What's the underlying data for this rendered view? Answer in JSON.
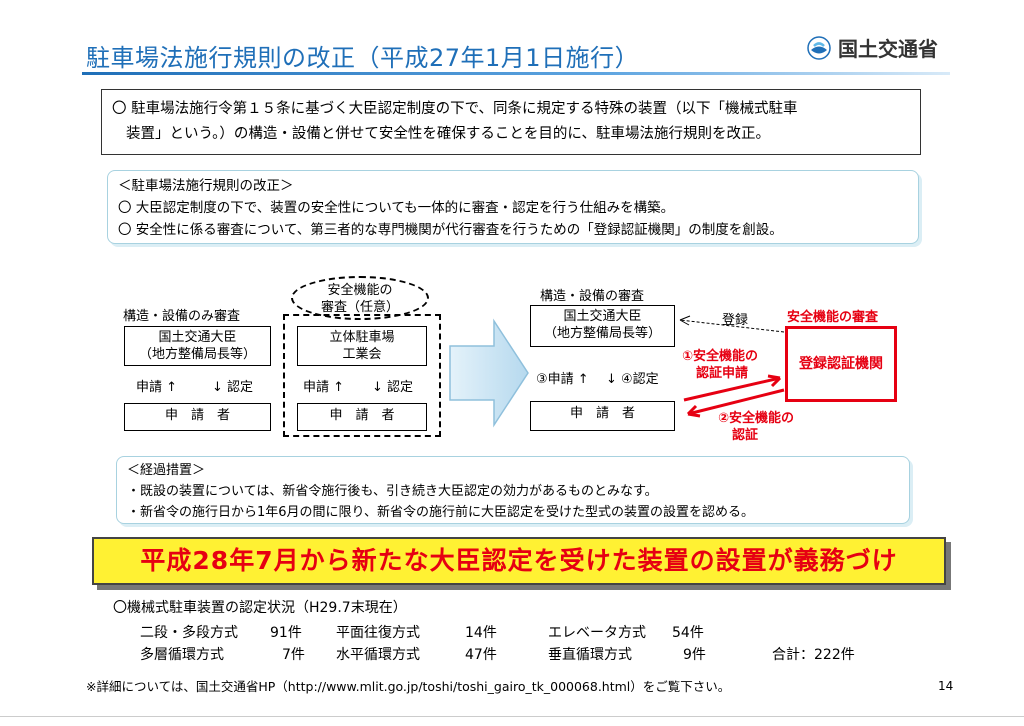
{
  "header": {
    "title": "駐車場法施行規則の改正（平成27年1月1日施行）",
    "ministry": "国土交通省",
    "logo_icon": "mlit-logo-icon"
  },
  "intro": {
    "line1": "〇 駐車場法施行令第１５条に基づく大臣認定制度の下で、同条に規定する特殊の装置（以下「機械式駐車",
    "line2": "装置」という。）の構造・設備と併せて安全性を確保することを目的に、駐車場法施行規則を改正。"
  },
  "regulation": {
    "heading": "＜駐車場法施行規則の改正＞",
    "item1": "〇 大臣認定制度の下で、装置の安全性についても一体的に審査・認定を行う仕組みを構築。",
    "item2": "〇 安全性に係る審査について、第三者的な専門機関が代行審査を行うための「登録認証機関」の制度を創設。"
  },
  "diagram": {
    "left": {
      "heading": "構造・設備のみ審査",
      "authority_line1": "国土交通大臣",
      "authority_line2": "（地方整備局長等）",
      "apply": "申請",
      "certify": "認定",
      "applicant": "申　請　者"
    },
    "middle": {
      "optional_line1": "安全機能の",
      "optional_line2": "審査（任意）",
      "assoc_line1": "立体駐車場",
      "assoc_line2": "工業会",
      "apply": "申請",
      "certify": "認定",
      "applicant": "申　請　者"
    },
    "right": {
      "heading": "構造・設備の審査",
      "authority_line1": "国土交通大臣",
      "authority_line2": "（地方整備局長等）",
      "apply": "③申請",
      "certify": "④認定",
      "applicant": "申　請　者",
      "register": "登録",
      "safety_heading": "安全機能の審査",
      "body": "登録認証機関",
      "step1_line1": "①安全機能の",
      "step1_line2": "認証申請",
      "step2_line1": "②安全機能の",
      "step2_line2": "認証"
    }
  },
  "transition": {
    "heading": "＜経過措置＞",
    "item1": "・既設の装置については、新省令施行後も、引き続き大臣認定の効力があるものとみなす。",
    "item2": "・新省令の施行日から1年6月の間に限り、新省令の施行前に大臣認定を受けた型式の装置の設置を認める。"
  },
  "banner": "平成28年7月から新たな大臣認定を受けた装置の設置が義務づけ",
  "status": {
    "heading": "〇機械式駐車装置の認定状況（H29.7末現在）",
    "rows": [
      [
        "二段・多段方式",
        "91件",
        "平面往復方式",
        "14件",
        "エレベータ方式",
        "54件"
      ],
      [
        "多層循環方式",
        "7件",
        "水平循環方式",
        "47件",
        "垂直循環方式",
        "9件"
      ]
    ],
    "total": "合計：222件"
  },
  "footnote": "※詳細については、国土交通省HP（http://www.mlit.go.jp/toshi/toshi_gairo_tk_000068.html）をご覧下さい。",
  "page_number": "14",
  "colors": {
    "title": "#1f6fb8",
    "accent_red": "#e60012",
    "banner_bg": "#fff133",
    "box_border": "#a8d2e0"
  }
}
